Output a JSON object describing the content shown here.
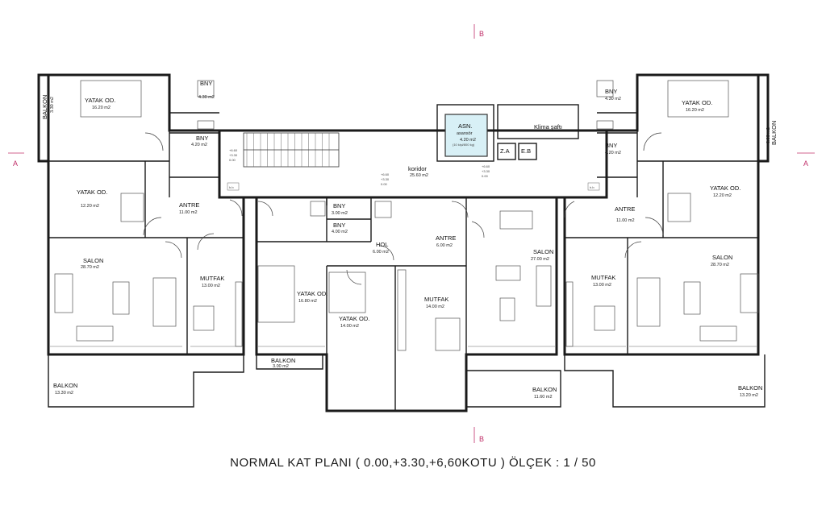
{
  "title": "NORMAL KAT  PLANI ( 0.00,+3.30,+6,60KOTU )  ÖLÇEK : 1 / 50",
  "axes": {
    "top": "B",
    "bottom": "B",
    "left": "A",
    "right": "A"
  },
  "rooms": {
    "balkon_left_vertical": {
      "label": "BALKON",
      "area": "3.30 m2"
    },
    "yatak_top_left": {
      "label": "YATAK OD.",
      "area": "16.20 m2"
    },
    "bny_top_left": {
      "label": "BNY",
      "area": "4.30 m2"
    },
    "bny_small_left": {
      "label": "BNY",
      "area": "4.20 m2"
    },
    "yatak_mid_left": {
      "label": "YATAK OD.",
      "area": "12.20 m2"
    },
    "antre_left": {
      "label": "ANTRE",
      "area": "11.00 m2"
    },
    "salon_left": {
      "label": "SALON",
      "area": "28.70 m2"
    },
    "mutfak_left": {
      "label": "MUTFAK",
      "area": "13.00 m2"
    },
    "balkon_bottom_left": {
      "label": "BALKON",
      "area": "13.30 m2"
    },
    "asn": {
      "label": "ASN.",
      "sub": "asansör",
      "area": "4.20 m2",
      "cap": "(10 kişi/800 kg)"
    },
    "klima": {
      "label": "Klima şaftı"
    },
    "za": {
      "label": "Z.A"
    },
    "eb": {
      "label": "E.B"
    },
    "koridor": {
      "label": "koridor",
      "area": "25.60 m2"
    },
    "bny_center_top": {
      "label": "BNY",
      "area": "3.00 m2"
    },
    "bny_center_bottom": {
      "label": "BNY",
      "area": "4.00 m2"
    },
    "hol": {
      "label": "HOL",
      "area": "6.00 m2"
    },
    "antre_center": {
      "label": "ANTRE",
      "area": "6.00 m2"
    },
    "yatak_center_large": {
      "label": "YATAK OD.",
      "area": "16.80 m2"
    },
    "yatak_center_small": {
      "label": "YATAK OD.",
      "area": "14.00 m2"
    },
    "mutfak_center": {
      "label": "MUTFAK",
      "area": "14.00 m2"
    },
    "salon_center": {
      "label": "SALON",
      "area": "27.00 m2"
    },
    "balkon_center_small": {
      "label": "BALKON",
      "area": "3.00 m2"
    },
    "balkon_center_bottom": {
      "label": "BALKON",
      "area": "11.60 m2"
    },
    "bny_top_right": {
      "label": "BNY",
      "area": "4.30 m2"
    },
    "bny_small_right": {
      "label": "BNY",
      "area": "4.20 m2"
    },
    "yatak_top_right": {
      "label": "YATAK OD.",
      "area": "16.20 m2"
    },
    "balkon_right_vertical": {
      "label": "BALKON",
      "area": "3.00 m2"
    },
    "yatak_mid_right": {
      "label": "YATAK OD.",
      "area": "12.20 m2"
    },
    "antre_right": {
      "label": "ANTRE",
      "area": "11.00 m2"
    },
    "salon_right": {
      "label": "SALON",
      "area": "28.70 m2"
    },
    "mutfak_right": {
      "label": "MUTFAK",
      "area": "13.00 m2"
    },
    "balkon_bottom_right": {
      "label": "BALKON",
      "area": "13.20 m2"
    }
  },
  "tags": {
    "hb": "h.b",
    "level_1": "+6.60",
    "level_2": "+3.30",
    "level_3": "0.00"
  }
}
